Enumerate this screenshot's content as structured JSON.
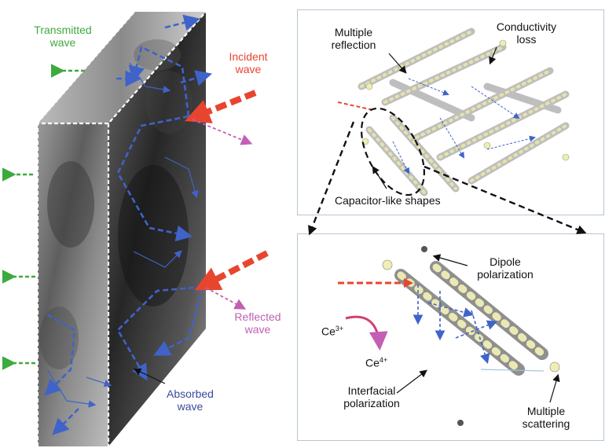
{
  "left_panel": {
    "transmitted": {
      "line1": "Transmitted",
      "line2": "wave"
    },
    "incident": {
      "line1": "Incident",
      "line2": "wave"
    },
    "reflected": {
      "line1": "Reflected",
      "line2": "wave"
    },
    "absorbed": {
      "line1": "Absorbed",
      "line2": "wave"
    }
  },
  "top_right": {
    "multiple_reflection": {
      "line1": "Multiple",
      "line2": "reflection"
    },
    "conductivity_loss": {
      "line1": "Conductivity",
      "line2": "loss"
    },
    "capacitor": "Capacitor-like shapes"
  },
  "bottom_right": {
    "dipole": {
      "line1": "Dipole",
      "line2": "polarization"
    },
    "ce3_base": "Ce",
    "ce3_sup": "3+",
    "ce4_base": "Ce",
    "ce4_sup": "4+",
    "interfacial": {
      "line1": "Interfacial",
      "line2": "polarization"
    },
    "scattering": {
      "line1": "Multiple",
      "line2": "scattering"
    }
  },
  "colors": {
    "transmitted": "#3daa3d",
    "incident": "#e8452f",
    "reflected": "#c25fb5",
    "absorbed": "#3a4a9c",
    "blue_arrow": "#3f63c9",
    "panel_border": "#b7c6d3"
  }
}
